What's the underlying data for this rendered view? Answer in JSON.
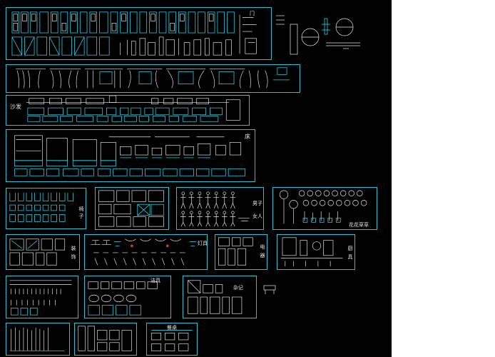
{
  "viewer": {
    "background_color": "#000000",
    "line_color_primary": "#29d3e8",
    "line_color_secondary": "#e8e8e8",
    "accent_color": "#e03030"
  },
  "panels": {
    "sofa": {
      "label": "沙发"
    },
    "bed": {
      "label": "床"
    },
    "chair": {
      "label_top": "椅",
      "label_bottom": "子"
    },
    "figures": {
      "label_top": "男子",
      "label_bottom": "女人"
    },
    "plants": {
      "label": "花花草草"
    },
    "appliances": {
      "label_top": "电",
      "label_bottom": "器"
    },
    "lamps": {
      "label": "灯具"
    },
    "kitchen": {
      "label_top": "厨",
      "label_bottom": "具"
    },
    "decor": {
      "label_top": "装",
      "label_bottom": "饰"
    },
    "sanitary": {
      "label": "洁具"
    },
    "misc": {
      "label": "杂记"
    },
    "dining": {
      "label": "餐桌"
    },
    "doors": {
      "label": "门"
    }
  }
}
